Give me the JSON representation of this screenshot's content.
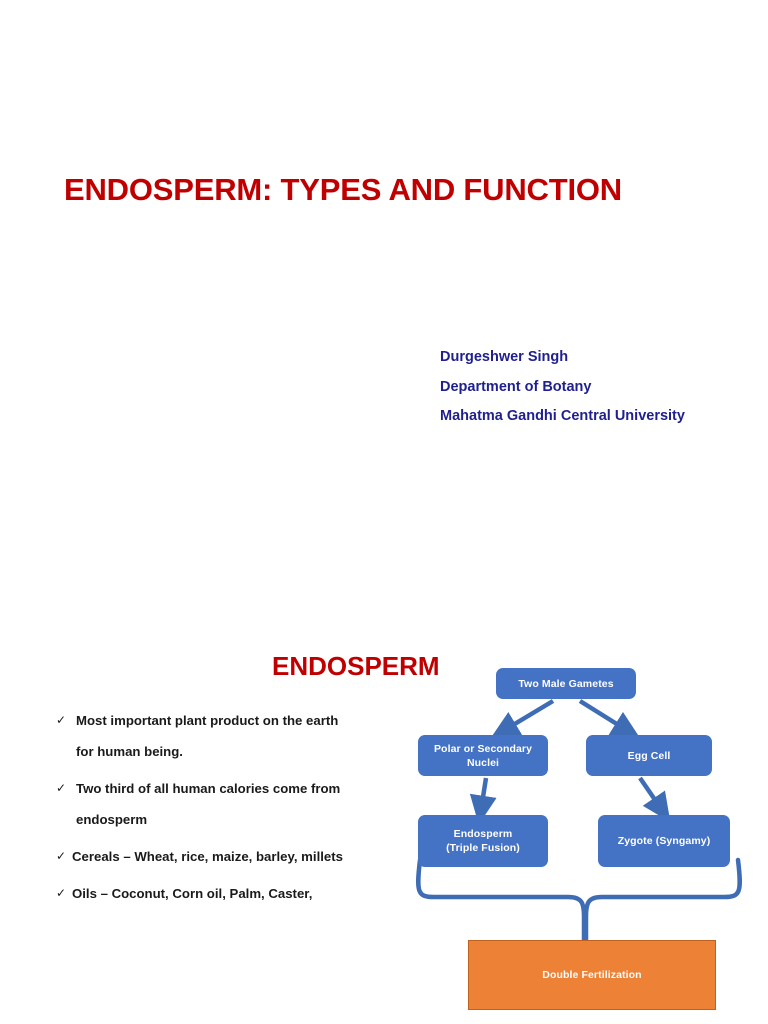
{
  "slide1": {
    "title": "ENDOSPERM: TYPES AND FUNCTION",
    "author": {
      "name": "Durgeshwer Singh",
      "department": "Department of Botany",
      "institution": "Mahatma Gandhi Central University"
    }
  },
  "slide2": {
    "heading": "ENDOSPERM",
    "bullet_marker": "✓",
    "bullets": [
      "Most important plant product on the earth for human being.",
      "Two third of all human calories come from endosperm",
      "Cereals – Wheat, rice, maize, barley, millets",
      "Oils – Coconut, Corn oil, Palm, Caster,"
    ],
    "diagram": {
      "nodes": {
        "gametes": "Two Male Gametes",
        "polar": "Polar or Secondary Nuclei",
        "egg": "Egg Cell",
        "endosperm": "Endosperm (Triple Fusion)",
        "endosperm_line1": "Endosperm",
        "endosperm_line2": "(Triple Fusion)",
        "zygote": "Zygote (Syngamy)",
        "double_fertilization": "Double Fertilization"
      },
      "edges": [
        {
          "from": "gametes",
          "to": "polar",
          "style": "arrow"
        },
        {
          "from": "gametes",
          "to": "egg",
          "style": "arrow"
        },
        {
          "from": "polar",
          "to": "endosperm",
          "style": "arrow"
        },
        {
          "from": "egg",
          "to": "zygote",
          "style": "arrow"
        },
        {
          "from": "endosperm",
          "to": "double_fertilization",
          "style": "brace"
        },
        {
          "from": "zygote",
          "to": "double_fertilization",
          "style": "brace"
        }
      ]
    }
  },
  "colors": {
    "title_red": "#C00000",
    "author_navy": "#1F1F8F",
    "node_blue": "#4472C4",
    "connector_blue": "#3E6DB5",
    "orange_box": "#ED8136",
    "page_background": "#FFFFFF"
  }
}
